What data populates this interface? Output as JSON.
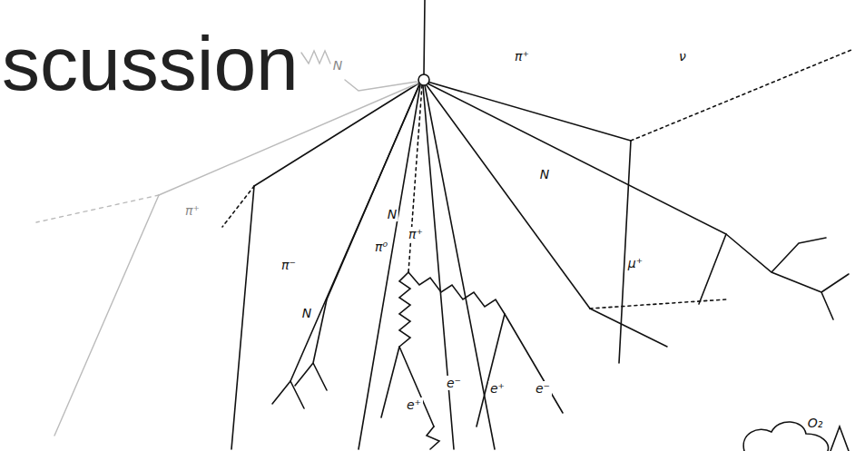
{
  "diagram": {
    "title": "scussion",
    "labels": [
      "π⁺",
      "ν",
      "N",
      "π⁺",
      "N",
      "π⁻",
      "N",
      "N",
      "π⁰",
      "π⁺",
      "μ⁺",
      "e⁺",
      "e⁻",
      "e⁺",
      "e⁻",
      "O₂"
    ]
  }
}
